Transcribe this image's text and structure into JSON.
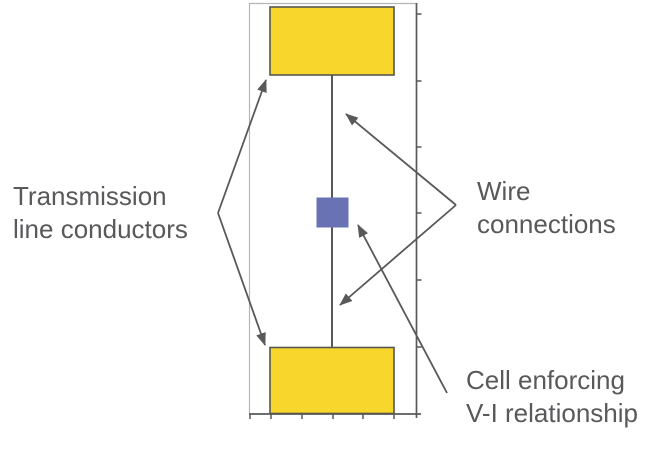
{
  "labels": {
    "transmission_conductors": [
      "Transmission",
      "line conductors"
    ],
    "wire_connections": [
      "Wire",
      "connections"
    ],
    "cell_enforcing": [
      "Cell enforcing",
      "V-I relationship"
    ]
  },
  "colors": {
    "conductor_yellow": "#F9D62C",
    "conductor_border": "#55564E",
    "cell_blue": "#6973B4",
    "line_gray": "#58595B",
    "frame_light": "#B4B5B7",
    "text_gray": "#58595B",
    "background": "#FFFFFF"
  }
}
